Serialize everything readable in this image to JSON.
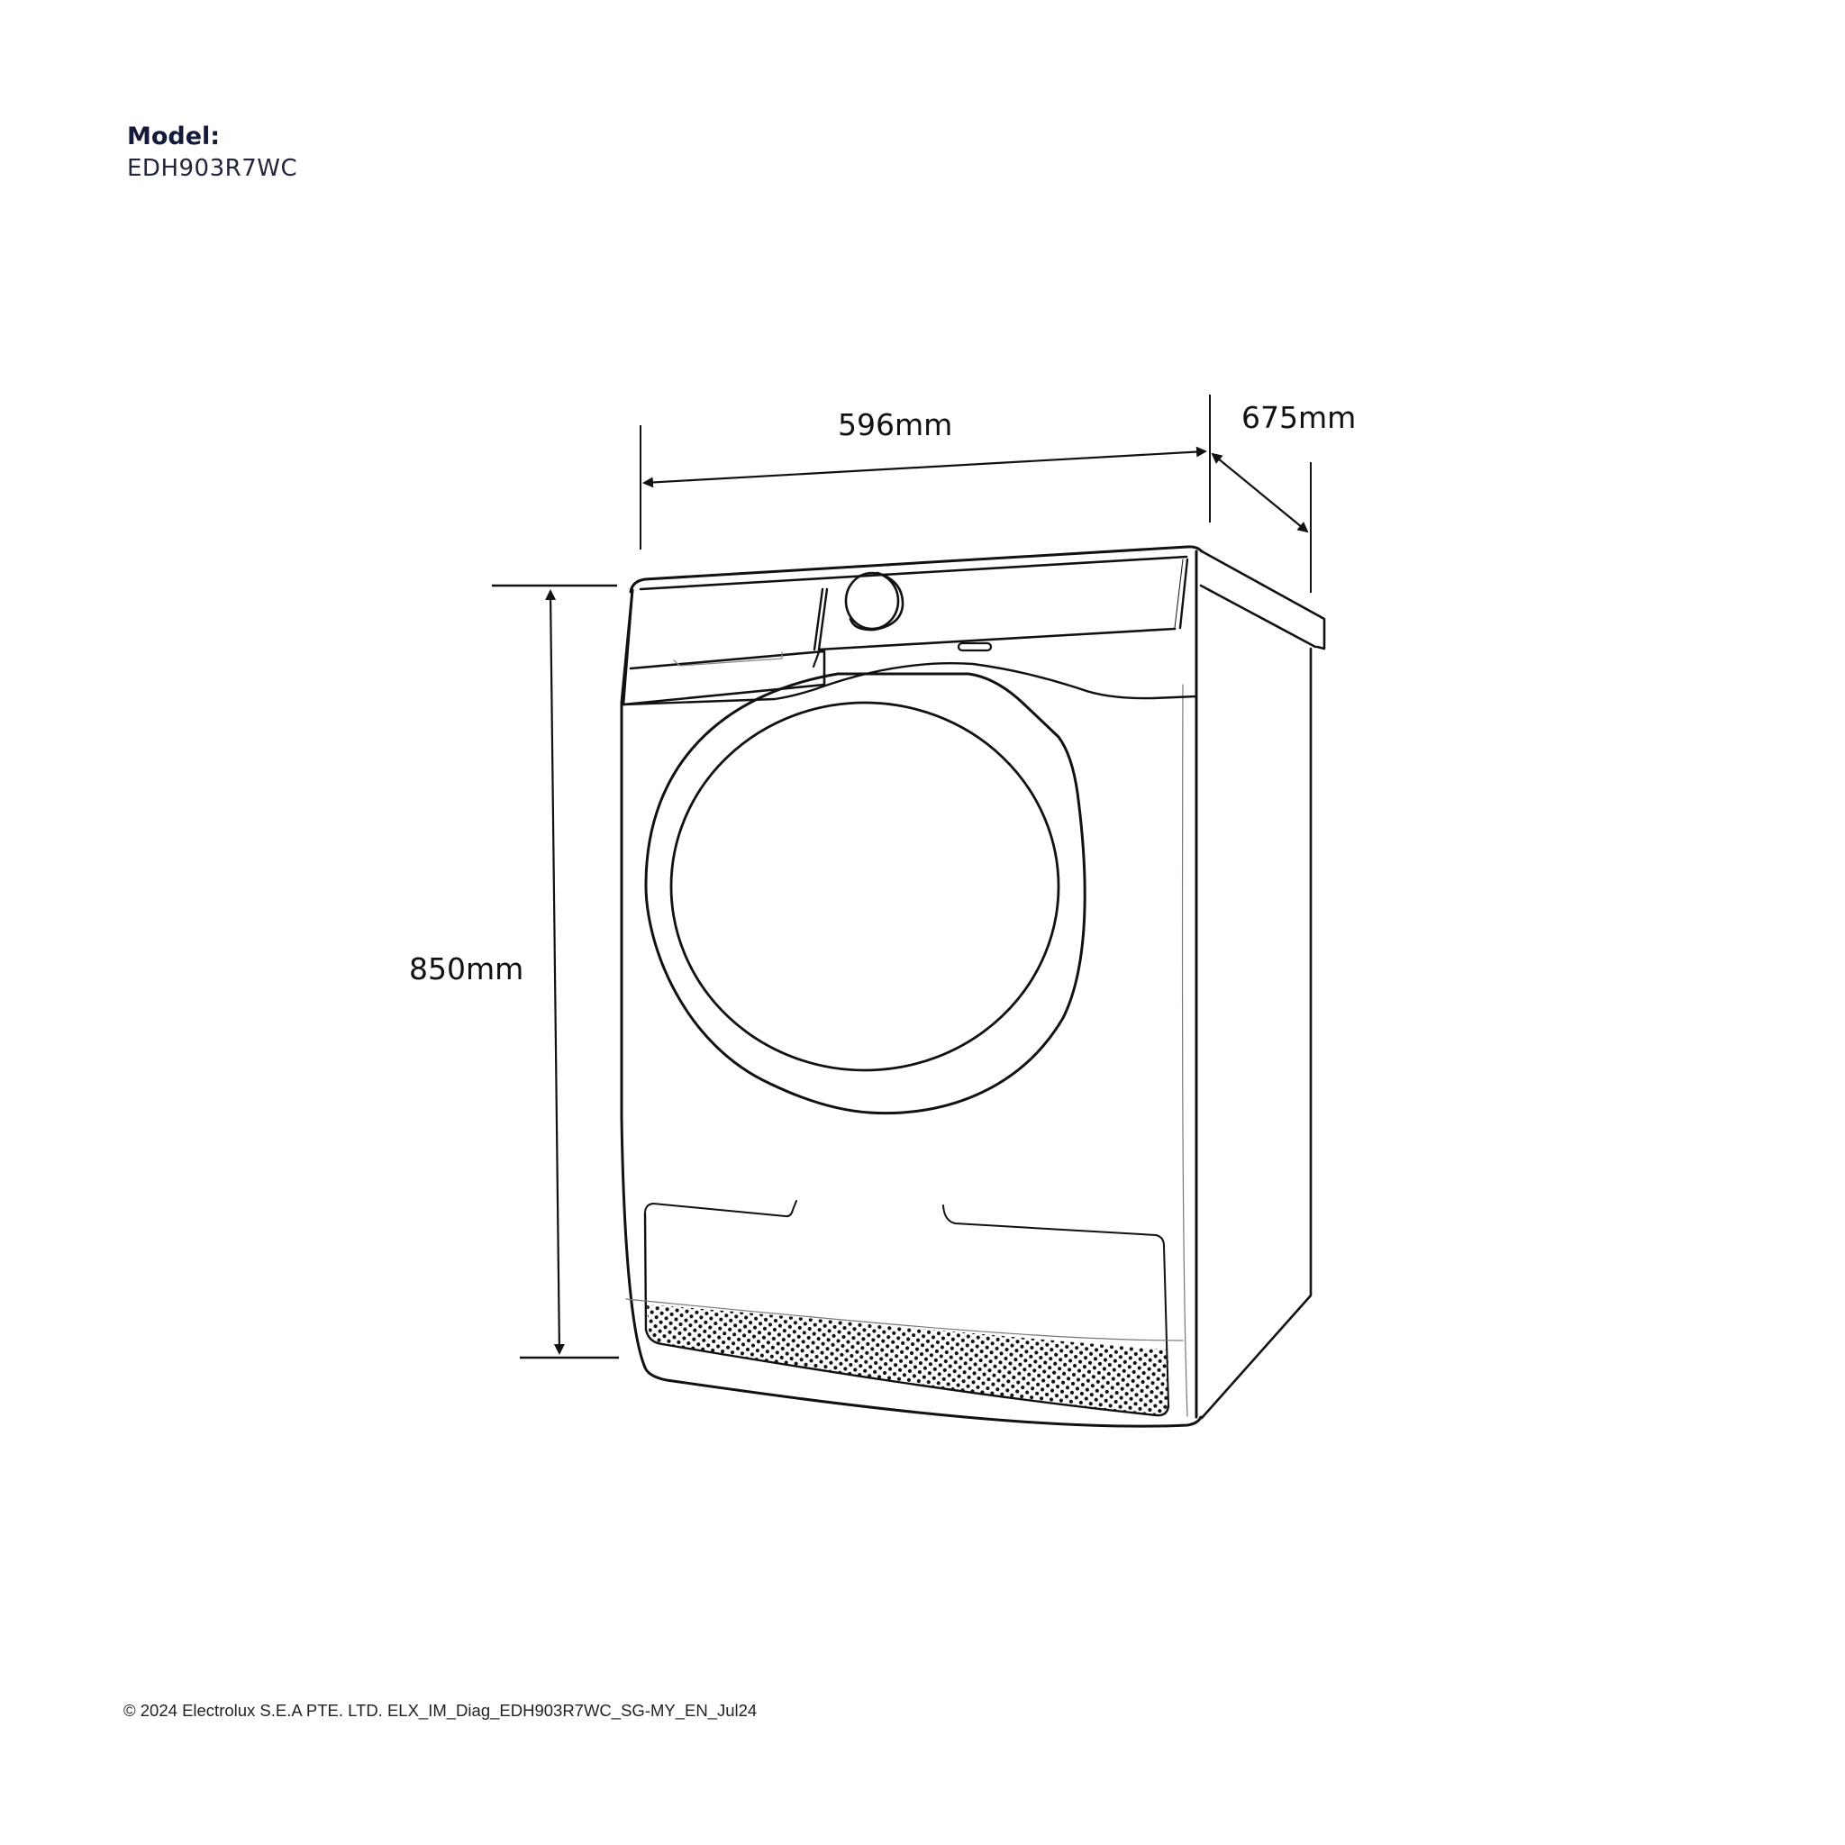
{
  "header": {
    "model_label": "Model:",
    "model_value": "EDH903R7WC"
  },
  "diagram": {
    "subject": "front-loading heat pump dryer, line drawing (isometric)",
    "dimensions": {
      "width": "596mm",
      "depth": "675mm",
      "height": "850mm"
    },
    "line_color": "#111111",
    "background": "#ffffff"
  },
  "footer": {
    "text": "© 2024 Electrolux S.E.A PTE. LTD. ELX_IM_Diag_EDH903R7WC_SG-MY_EN_Jul24"
  }
}
